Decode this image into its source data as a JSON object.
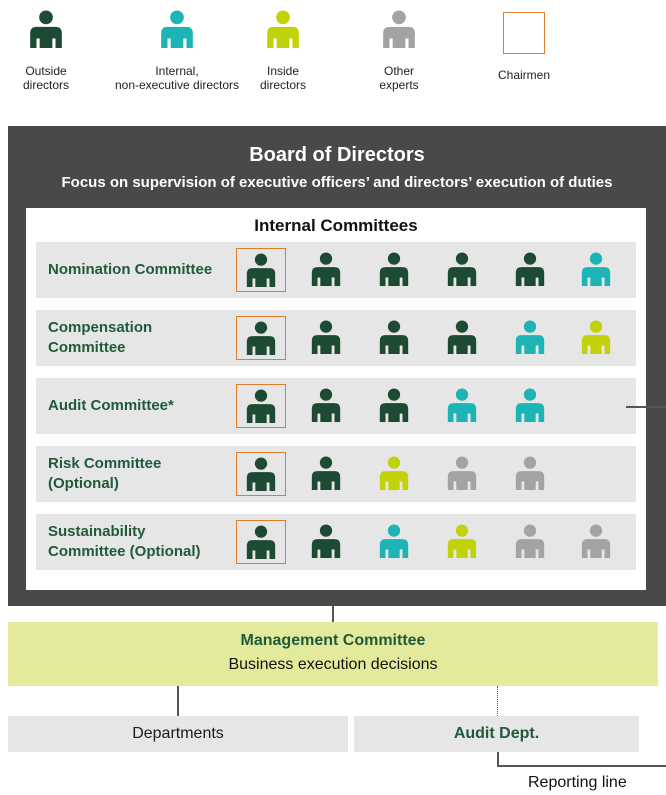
{
  "colors": {
    "outside": "#1d4a32",
    "internal": "#1cb4b4",
    "inside": "#c2d20a",
    "expert": "#a3a3a3",
    "chair": "#e07b2a"
  },
  "legend": [
    {
      "label": "Outside\ndirectors",
      "type": "outside"
    },
    {
      "label": "Internal,\nnon-executive directors",
      "type": "internal"
    },
    {
      "label": "Inside\ndirectors",
      "type": "inside"
    },
    {
      "label": "Other\nexperts",
      "type": "expert"
    },
    {
      "label": "Chairmen",
      "type": "chair"
    }
  ],
  "board": {
    "title": "Board of Directors",
    "subtitle": "Focus on supervision of executive officers’ and directors’ execution of duties"
  },
  "internal_committees": {
    "title": "Internal Committees",
    "committees": [
      {
        "name": "Nomination Committee",
        "members": [
          "outside",
          "outside",
          "outside",
          "outside",
          "outside",
          "internal"
        ],
        "chair_index": 0
      },
      {
        "name": "Compensation\nCommittee",
        "members": [
          "outside",
          "outside",
          "outside",
          "outside",
          "internal",
          "inside"
        ],
        "chair_index": 0
      },
      {
        "name": "Audit Committee*",
        "members": [
          "outside",
          "outside",
          "outside",
          "internal",
          "internal"
        ],
        "chair_index": 0
      },
      {
        "name": "Risk Committee\n(Optional)",
        "members": [
          "outside",
          "outside",
          "inside",
          "expert",
          "expert"
        ],
        "chair_index": 0
      },
      {
        "name": "Sustainability\nCommittee (Optional)",
        "members": [
          "outside",
          "outside",
          "internal",
          "inside",
          "expert",
          "expert"
        ],
        "chair_index": 0
      }
    ]
  },
  "management": {
    "title": "Management Committee",
    "subtitle": "Business execution decisions"
  },
  "departments": {
    "departments_label": "Departments",
    "audit_label": "Audit Dept."
  },
  "reporting_line_label": "Reporting line"
}
